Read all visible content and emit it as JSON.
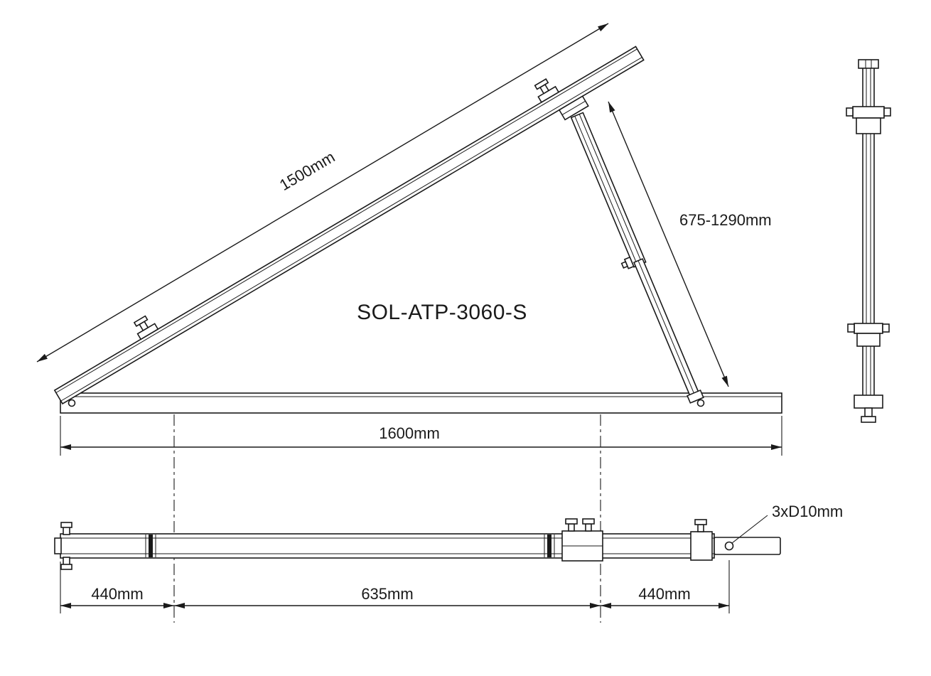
{
  "views": {
    "side_view": {
      "product_label": "SOL-ATP-3060-S",
      "rail_dim": "1500mm",
      "strut_dim": "675-1290mm",
      "base_dim": "1600mm"
    },
    "top_view": {
      "left_dim": "440mm",
      "mid_dim": "635mm",
      "right_dim": "440mm",
      "hole_label": "3xD10mm"
    }
  },
  "colors": {
    "line": "#1a1a1a",
    "background": "#ffffff"
  }
}
